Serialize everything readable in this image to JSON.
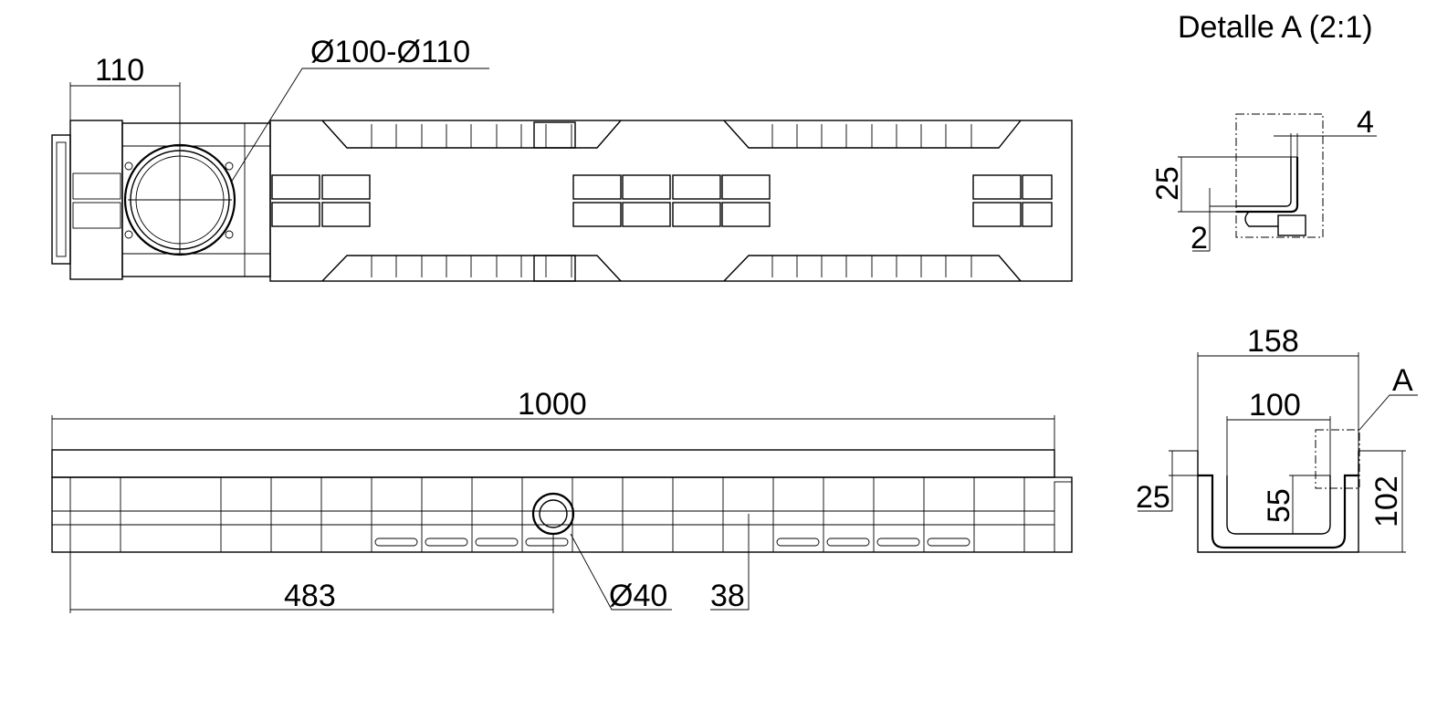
{
  "detail_title": "Detalle A (2:1)",
  "top_view": {
    "dim_width": "110",
    "dim_pipe": "Ø100-Ø110"
  },
  "side_view": {
    "dim_length": "1000",
    "dim_outlet_pos": "483",
    "dim_outlet": "Ø40",
    "dim_slot": "38"
  },
  "section_view": {
    "dim_outer": "158",
    "dim_inner": "100",
    "dim_flange": "25",
    "dim_depth_inner": "55",
    "dim_height": "102",
    "detail_marker": "A"
  },
  "detail_view": {
    "dim_thickness": "4",
    "dim_lip": "25",
    "dim_gap": "2"
  }
}
